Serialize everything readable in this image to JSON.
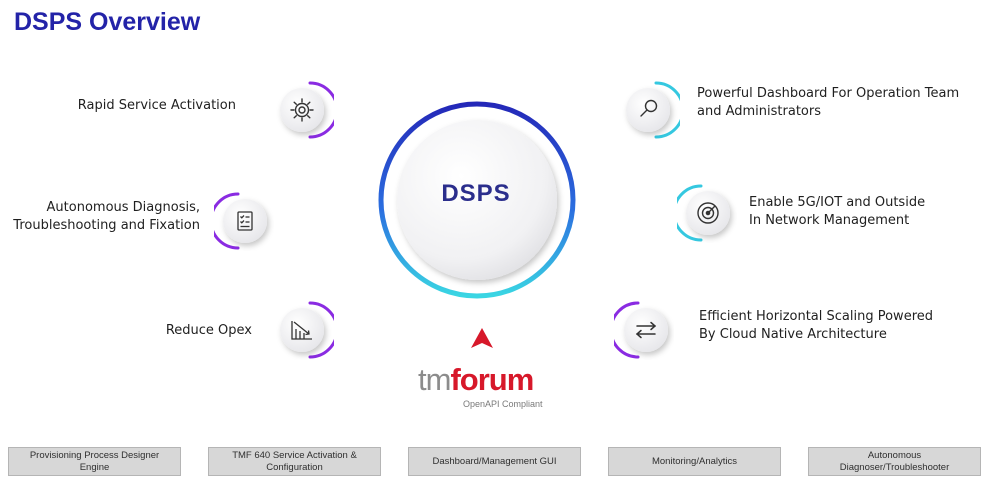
{
  "title": "DSPS Overview",
  "center": {
    "label": "DSPS"
  },
  "features_left": [
    {
      "lines": [
        "Rapid Service Activation"
      ],
      "icon": "gear-icon"
    },
    {
      "lines": [
        "Autonomous Diagnosis,",
        "Troubleshooting and Fixation"
      ],
      "icon": "checklist-icon"
    },
    {
      "lines": [
        "Reduce Opex"
      ],
      "icon": "chart-down-icon"
    }
  ],
  "features_right": [
    {
      "lines": [
        "Powerful Dashboard For Operation Team",
        "and Administrators"
      ],
      "icon": "magnifier-icon"
    },
    {
      "lines": [
        "Enable 5G/IOT and Outside",
        "In Network Management"
      ],
      "icon": "target-icon"
    },
    {
      "lines": [
        "Efficient Horizontal Scaling Powered",
        "By Cloud Native Architecture"
      ],
      "icon": "swap-arrows-icon"
    }
  ],
  "logo": {
    "tm": "tm",
    "forum": "forum",
    "subtitle": "OpenAPI Compliant"
  },
  "bottom_boxes": [
    "Provisioning Process Designer Engine",
    "TMF 640 Service Activation & Configuration",
    "Dashboard/Management GUI",
    "Monitoring/Analytics",
    "Autonomous Diagnoser/Troubleshooter"
  ],
  "colors": {
    "title": "#2323a8",
    "purple": "#8a2be2",
    "blue": "#2340c8",
    "cyan": "#35c8e0",
    "tmforum_red": "#d7182a"
  }
}
